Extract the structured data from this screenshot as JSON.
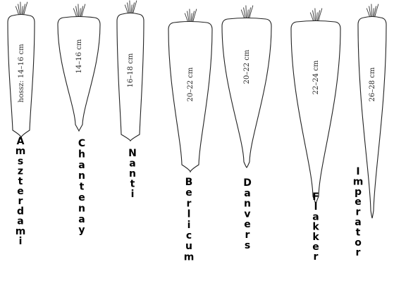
{
  "carrots": [
    {
      "name": "Amszterdami",
      "size": "hossz: 14–16 cm"
    },
    {
      "name": "Chantenay",
      "size": "14–16 cm"
    },
    {
      "name": "Nanti",
      "size": "16–18 cm"
    },
    {
      "name": "Berlicum",
      "size": "20–22 cm"
    },
    {
      "name": "Danvers",
      "size": "20–22 cm"
    },
    {
      "name": "Flakker",
      "size": "22–24 cm"
    },
    {
      "name": "Imperator",
      "size": "26–28 cm"
    }
  ]
}
